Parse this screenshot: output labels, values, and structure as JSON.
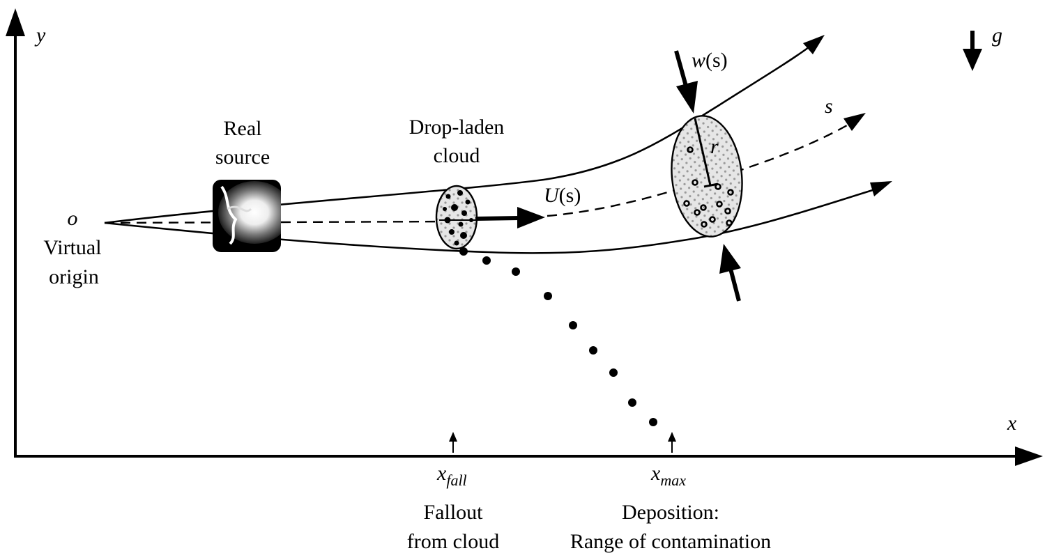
{
  "axes": {
    "y_label": "y",
    "x_label": "x",
    "gravity_label": "g"
  },
  "origin": {
    "symbol": "o",
    "line1": "Virtual",
    "line2": "origin"
  },
  "real_source": {
    "line1": "Real",
    "line2": "source"
  },
  "cloud": {
    "line1": "Drop-laden",
    "line2": "cloud"
  },
  "plume": {
    "velocity_symbol": "U",
    "velocity_arg": "(s)",
    "entrainment_symbol": "w",
    "entrainment_arg": "(s)",
    "path_label": "s",
    "radius_label": "r"
  },
  "x_fall": {
    "base": "x",
    "sub": "fall",
    "line1": "Fallout",
    "line2": "from cloud"
  },
  "x_max": {
    "base": "x",
    "sub": "max",
    "line1": "Deposition:",
    "line2": "Range of contamination"
  },
  "fallout_drops": {
    "count": 9
  }
}
